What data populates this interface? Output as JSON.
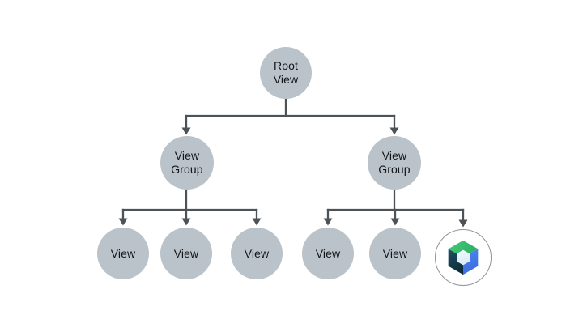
{
  "background": "#ffffff",
  "colors": {
    "background": "#ffffff",
    "node-fill": "#b9c3c9",
    "connector": "#4c5256",
    "label": "#14171a",
    "compose-circle-fill": "#ffffff",
    "compose-circle-border": "#8f9496",
    "compose-green-1": "#41cd79",
    "compose-green-2": "#2fb166",
    "compose-blue-1": "#4e86f1",
    "compose-blue-2": "#3b6ede",
    "compose-navy-1": "#215165",
    "compose-navy-2": "#0d2c3a",
    "compose-inner": "#e7f3f9"
  },
  "nodes": {
    "root": {
      "label": "Root\nView"
    },
    "group_left": {
      "label": "View\nGroup"
    },
    "group_right": {
      "label": "View\nGroup"
    },
    "view_a": {
      "label": "View"
    },
    "view_b": {
      "label": "View"
    },
    "view_c": {
      "label": "View"
    },
    "view_d": {
      "label": "View"
    },
    "view_e": {
      "label": "View"
    },
    "compose": {
      "icon": "jetpack-compose-logo"
    }
  }
}
